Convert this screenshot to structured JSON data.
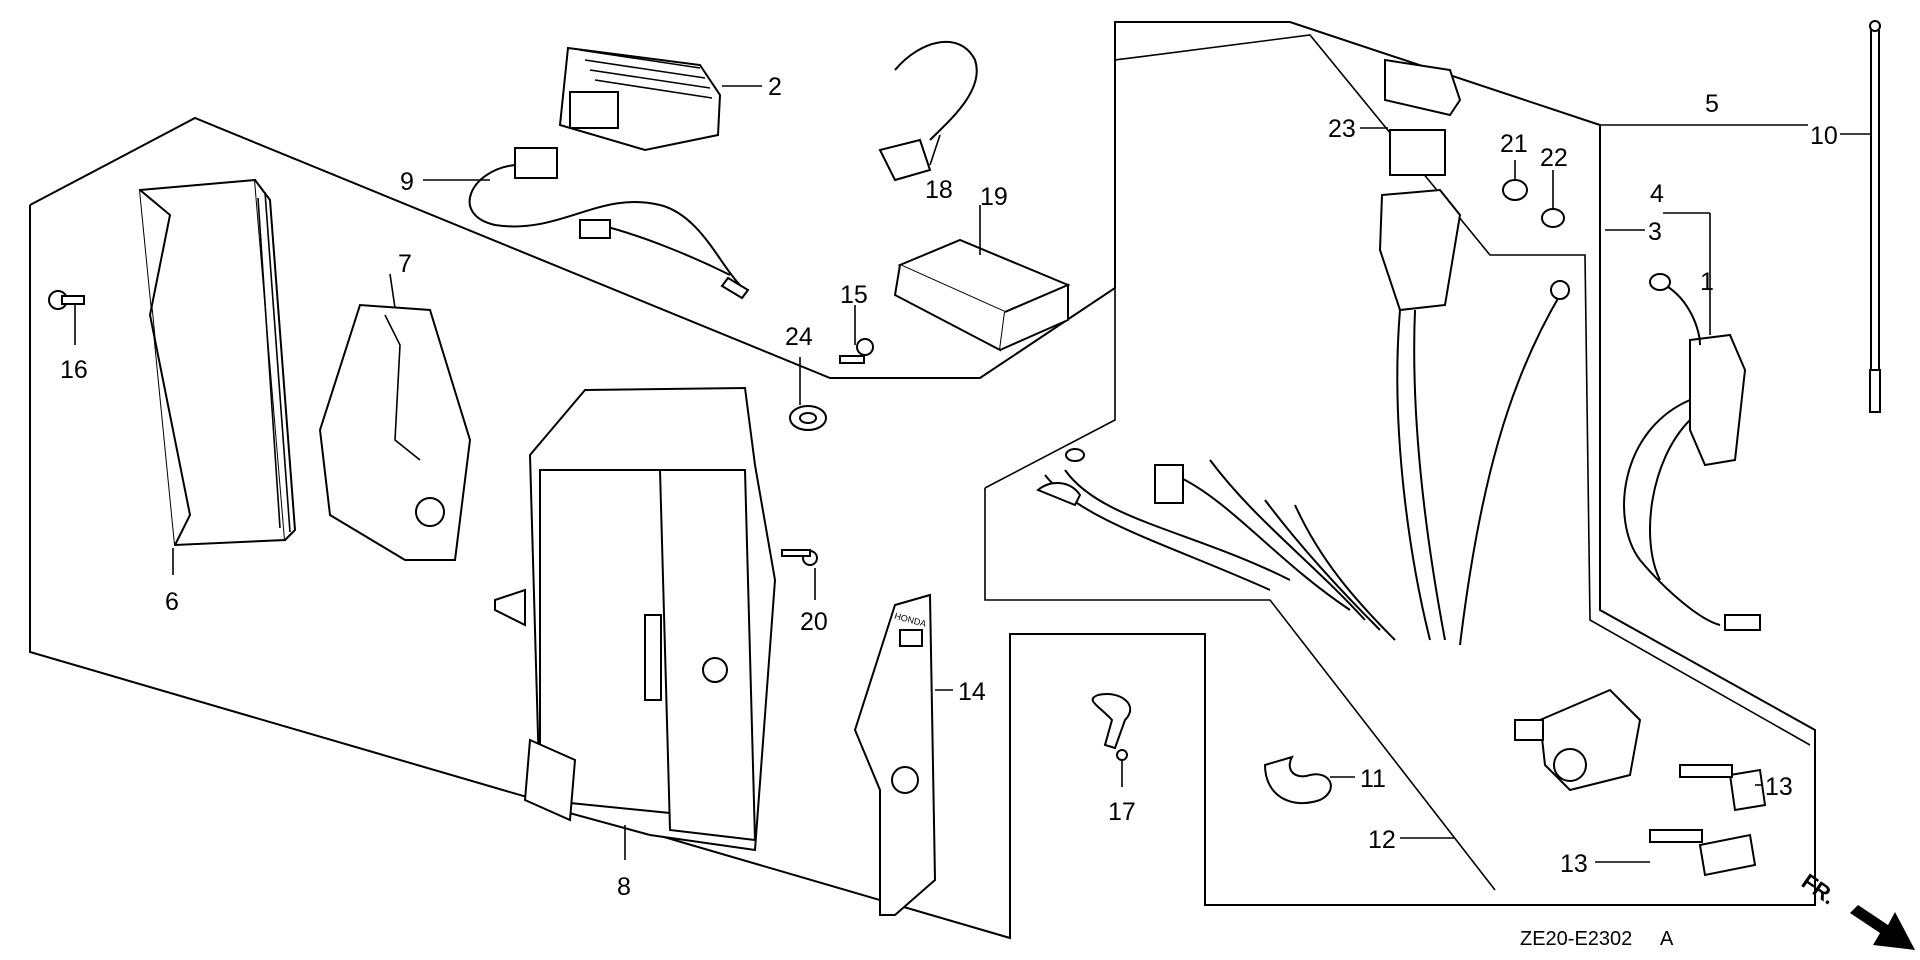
{
  "diagram": {
    "reference_code": "ZE20-E2302",
    "revision_letter": "A",
    "direction_label": "FR.",
    "bracket_stamp": "HONDA",
    "callouts": {
      "c1": "1",
      "c2": "2",
      "c3": "3",
      "c4": "4",
      "c5": "5",
      "c6": "6",
      "c7": "7",
      "c8": "8",
      "c9": "9",
      "c10": "10",
      "c11": "11",
      "c12": "12",
      "c13a": "13",
      "c13b": "13",
      "c14": "14",
      "c15": "15",
      "c16": "16",
      "c17": "17",
      "c18": "18",
      "c19": "19",
      "c20": "20",
      "c21": "21",
      "c22": "22",
      "c23": "23",
      "c24": "24"
    }
  }
}
